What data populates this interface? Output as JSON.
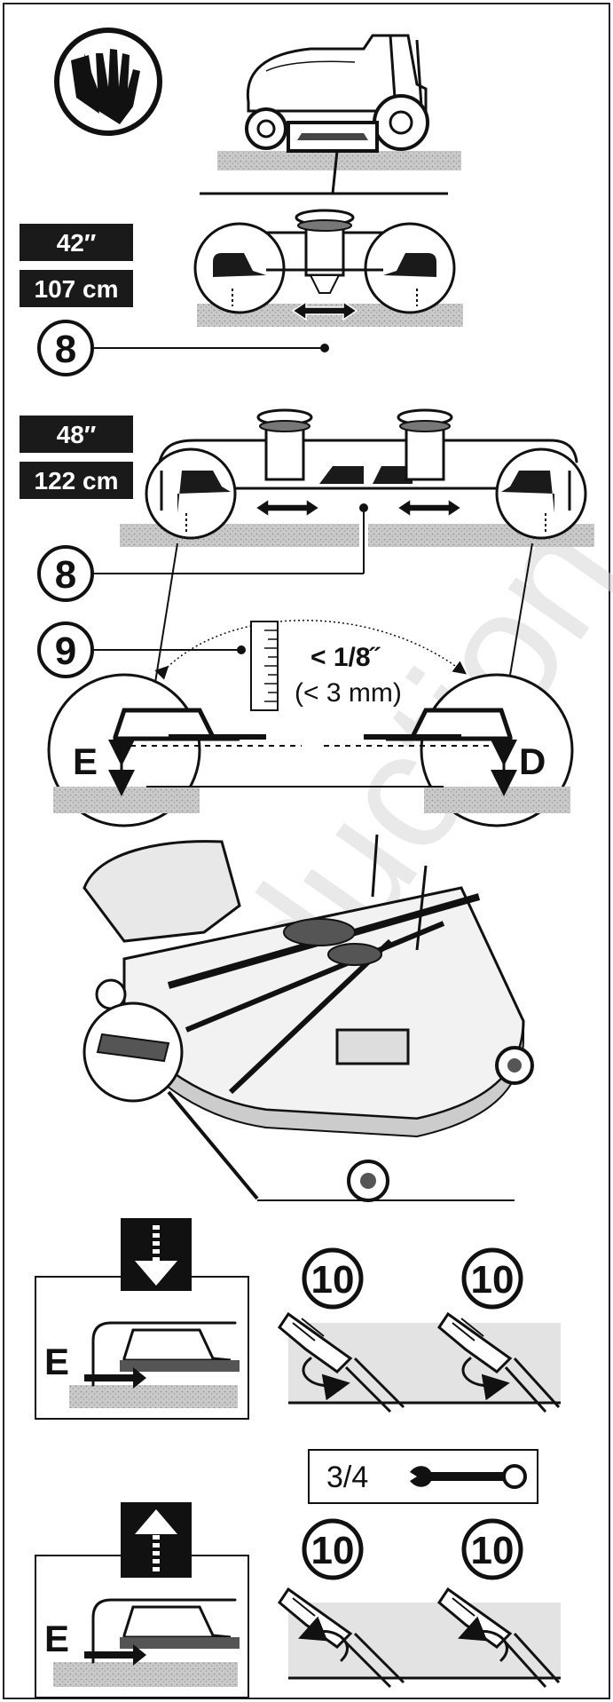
{
  "deck_42": {
    "inch_label": "42″",
    "cm_label": "107 cm"
  },
  "deck_48": {
    "inch_label": "48″",
    "cm_label": "122 cm"
  },
  "callouts": {
    "c8a": "8",
    "c8b": "8",
    "c9": "9",
    "c10a": "10",
    "c10b": "10",
    "c10c": "10",
    "c10d": "10"
  },
  "spec": {
    "max_diff": "< 1/8˝",
    "max_diff_metric": "(< 3 mm)"
  },
  "side_labels": {
    "left": "E",
    "right": "D",
    "e_down": "E",
    "e_up": "E"
  },
  "wrench": {
    "size": "3/4"
  },
  "watermark": "duction",
  "icons": [
    "gloves-icon",
    "tractor-icon",
    "blade-height-icon",
    "ruler-icon",
    "down-arrow-icon",
    "up-arrow-icon",
    "wrench-icon",
    "bolt-icon",
    "rotate-arrow-icon",
    "mower-deck-icon"
  ]
}
